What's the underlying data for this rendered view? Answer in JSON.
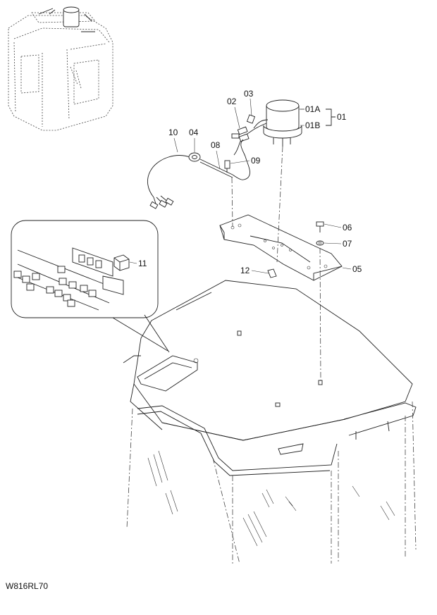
{
  "drawing_code": "W816RL70",
  "callouts": {
    "c01": "01",
    "c01A": "01A",
    "c01B": "01B",
    "c02": "02",
    "c03": "03",
    "c04": "04",
    "c05": "05",
    "c06": "06",
    "c07": "07",
    "c08": "08",
    "c09": "09",
    "c10": "10",
    "c11": "11",
    "c12": "12"
  }
}
